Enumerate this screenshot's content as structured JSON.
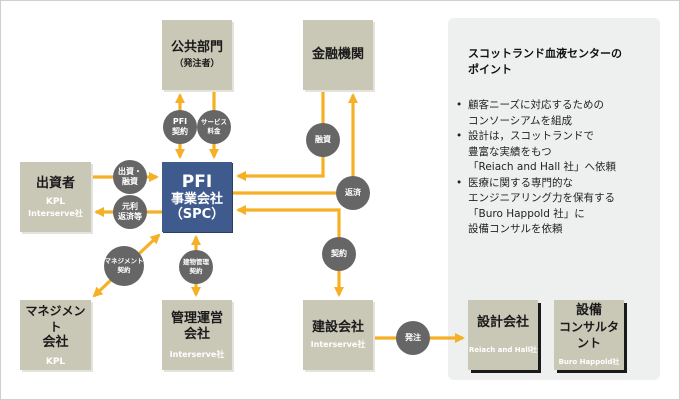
{
  "colors": {
    "arrow": "#f6b026",
    "node": "#c9c7b6",
    "spc": "#3f5a8c",
    "label_circle": "#666666",
    "panel": "#eef0f0"
  },
  "nodes": {
    "public_sector": {
      "title": "公共部門",
      "sub": "（発注者）"
    },
    "financial_institution": {
      "title": "金融機関"
    },
    "investor": {
      "title": "出資者",
      "line1": "KPL",
      "line2": "Interserve社"
    },
    "spc": {
      "line1": "PFI",
      "line2": "事業会社",
      "line3": "（SPC）"
    },
    "management_company": {
      "title1": "マネジメント",
      "title2": "会社",
      "company": "KPL"
    },
    "operation_company": {
      "title1": "管理運営",
      "title2": "会社",
      "company": "Interserve社"
    },
    "construction_company": {
      "title": "建設会社",
      "company": "Interserve社"
    },
    "design_company": {
      "title": "設計会社",
      "company": "Reiach and Hall社"
    },
    "equipment_consultant": {
      "title1": "設備",
      "title2": "コンサルタント",
      "company": "Buro Happold社"
    }
  },
  "flow_labels": {
    "pfi_contract": "PFI\n契約",
    "service_fee": "サービス\n料金",
    "financing": "融資",
    "repayment": "返済",
    "investment_financing": "出資・\n融資",
    "principal_interest": "元利\n返済等",
    "management_contract": "マネジメント\n契約",
    "building_mgmt_contract": "建物管理\n契約",
    "contract": "契約",
    "order": "発注"
  },
  "panel": {
    "title": "スコットランド血液センターの\nポイント",
    "bullet": "•",
    "points": [
      "顧客ニーズに対応するための\nコンソーシアムを組成",
      "設計は，スコットランドで\n豊富な実績をもつ\n「Reiach and Hall 社」へ依頼",
      "医療に関する専門的な\nエンジニアリング力を保有する\n「Buro Happold 社」に\n設備コンサルを依頼"
    ]
  }
}
